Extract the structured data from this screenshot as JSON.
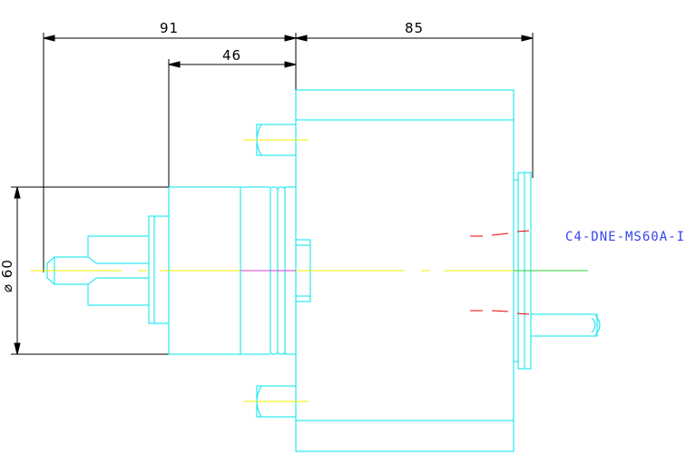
{
  "dimensions": {
    "overall_left": "91",
    "flange_depth": "46",
    "body_length": "85",
    "diameter": "⌀ 60"
  },
  "part_label": "C4-DNE-MS60A-I",
  "colors": {
    "outline": "#00e5ee",
    "dimension": "#000000",
    "centerline": "#f0f000",
    "centerline_right": "#33cc33",
    "hidden": "#ee0000",
    "label": "#3344ee",
    "magenta": "#cc44cc"
  }
}
